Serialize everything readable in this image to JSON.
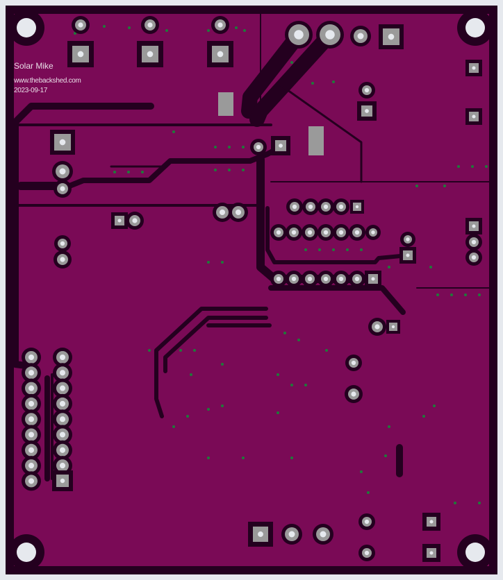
{
  "board": {
    "silkscreen": {
      "title": "Solar Mike",
      "url": "www.thebackshed.com",
      "date": "2023-09-17"
    },
    "colors": {
      "background": "#e6e9ee",
      "board": "#7a0a56",
      "clearance": "#24001f",
      "pad": "#9a9a9a",
      "hole": "#e6e9ee",
      "via": "#1f7a3a"
    }
  }
}
